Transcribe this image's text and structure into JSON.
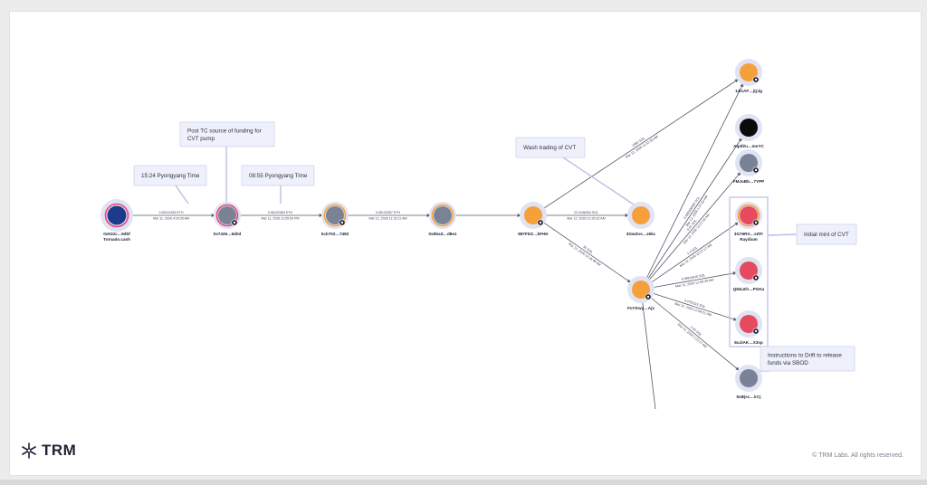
{
  "colors": {
    "orange": "#f6a03b",
    "gray": "#7a8396",
    "navy": "#1c3b8c",
    "red": "#e64a5e",
    "black": "#0b0b0b",
    "ring_pink": "#e9437a",
    "halo": "#dfe3f4"
  },
  "graph": {
    "nodes": [
      {
        "id": "tornado",
        "label": "0x910c…9dbf",
        "sublabel": "Tornado.cash",
        "fill": "navy",
        "ring": "pink",
        "badge": false
      },
      {
        "id": "n7439",
        "label": "0x7439…6d0d",
        "sublabel": "",
        "fill": "gray",
        "ring": "pink",
        "badge": true
      },
      {
        "id": "n702",
        "label": "0cb702…7483",
        "sublabel": "",
        "fill": "gray",
        "ring": "orange",
        "badge": true
      },
      {
        "id": "n9bad",
        "label": "0x9bad…d8e1",
        "sublabel": "",
        "fill": "gray",
        "ring": "orange",
        "badge": false
      },
      {
        "id": "n887",
        "label": "887FDZ…bFHK",
        "sublabel": "",
        "fill": "orange",
        "ring": "",
        "badge": true
      },
      {
        "id": "n3gw",
        "label": "3GwZos…z6kc",
        "sublabel": "",
        "fill": "orange",
        "ring": "",
        "badge": false
      },
      {
        "id": "nfo",
        "label": "FoYKwy…Ajx",
        "sublabel": "",
        "fill": "orange",
        "ring": "",
        "badge": true
      },
      {
        "id": "n13",
        "label": "13i1AF…jQJg",
        "sublabel": "",
        "fill": "orange",
        "ring": "",
        "badge": true
      },
      {
        "id": "naq",
        "label": "Aq4fZu…moYC",
        "sublabel": "",
        "fill": "black",
        "ring": "",
        "badge": false
      },
      {
        "id": "nfm",
        "label": "FMJoBb…7YPP",
        "sublabel": "",
        "fill": "gray",
        "ring": "",
        "badge": true
      },
      {
        "id": "n3g7",
        "label": "3G76RX…sZFr",
        "sublabel": "Raydium",
        "fill": "red",
        "ring": "orange",
        "badge": true
      },
      {
        "id": "nq8",
        "label": "Q84LEh…PGKu",
        "sublabel": "",
        "fill": "red",
        "ring": "",
        "badge": true
      },
      {
        "id": "n8u",
        "label": "8uJiAK…X3sp",
        "sublabel": "",
        "fill": "red",
        "ring": "",
        "badge": true
      },
      {
        "id": "n5s",
        "label": "5xBjsc…irCj",
        "sublabel": "",
        "fill": "gray",
        "ring": "",
        "badge": false
      }
    ],
    "edges": [
      {
        "from": "tornado",
        "to": "n7439",
        "amount": "9.96112306 ETH",
        "date": "Mar 11, 2026 4:24:35 AM"
      },
      {
        "from": "n7439",
        "to": "n702",
        "amount": "9.96102984 ETH",
        "date": "Mar 11, 2026 11:55:59 PM"
      },
      {
        "from": "n702",
        "to": "n9bad",
        "amount": "9.96132057 ETH",
        "date": "Mar 12, 2026 11:15:21 AM"
      },
      {
        "from": "n9bad",
        "to": "n887",
        "amount": "",
        "date": ""
      },
      {
        "from": "n887",
        "to": "n3gw",
        "amount": "22.2186264 SOL",
        "date": "Mar 12, 2026 12:26:32 AM"
      },
      {
        "from": "n887",
        "to": "n13",
        "amount": "1980 SOL",
        "date": "Mar 12, 2026 12:31:50 AM"
      },
      {
        "from": "n887",
        "to": "nfo",
        "amount": "30 SOL",
        "date": "Mar 12, 2026 12:26:48 AM"
      },
      {
        "from": "nfo",
        "to": "n13",
        "amount": "",
        "date": ""
      },
      {
        "from": "nfo",
        "to": "naq",
        "amount": "0.000200993 SOL",
        "date": "Mar 12, 2026 1:37:55 AM"
      },
      {
        "from": "nfo",
        "to": "nfm",
        "amount": "0.01 SOL",
        "date": "Mar 12, 2026 12:27:34 AM"
      },
      {
        "from": "nfo",
        "to": "n3g7",
        "amount": "1.4 SOL",
        "date": "Mar 12, 2026 12:57:17 AM"
      },
      {
        "from": "nfo",
        "to": "nq8",
        "amount": "4.09914616 SOL",
        "date": "Mar 12, 2026 12:59:29 AM"
      },
      {
        "from": "nfo",
        "to": "n8u",
        "amount": "3.4761115 SOL",
        "date": "Mar 12, 2026 12:58:21 AM"
      },
      {
        "from": "nfo",
        "to": "n5s",
        "amount": "2.93 SOL",
        "date": "Mar 12, 2026 1:22:17 AM"
      },
      {
        "from": "nfo",
        "to": "",
        "amount": "",
        "date": ""
      }
    ],
    "callouts": [
      {
        "id": "pyongyang-1",
        "lines": [
          "15:24 Pyongyang Time"
        ]
      },
      {
        "id": "tc-source",
        "lines": [
          "Post TC source of funding for",
          "CVT pump"
        ]
      },
      {
        "id": "pyongyang-2",
        "lines": [
          "08:55 Pyongyang Time"
        ]
      },
      {
        "id": "wash",
        "lines": [
          "Wash trading of CVT"
        ]
      },
      {
        "id": "mint",
        "lines": [
          "Initial mint of CVT"
        ]
      },
      {
        "id": "drift",
        "lines": [
          "Instructions to Drift to release",
          "funds via SBOD"
        ]
      }
    ]
  },
  "footer": {
    "logo_text": "TRM",
    "copyright": "© TRM Labs. All rights reserved."
  }
}
